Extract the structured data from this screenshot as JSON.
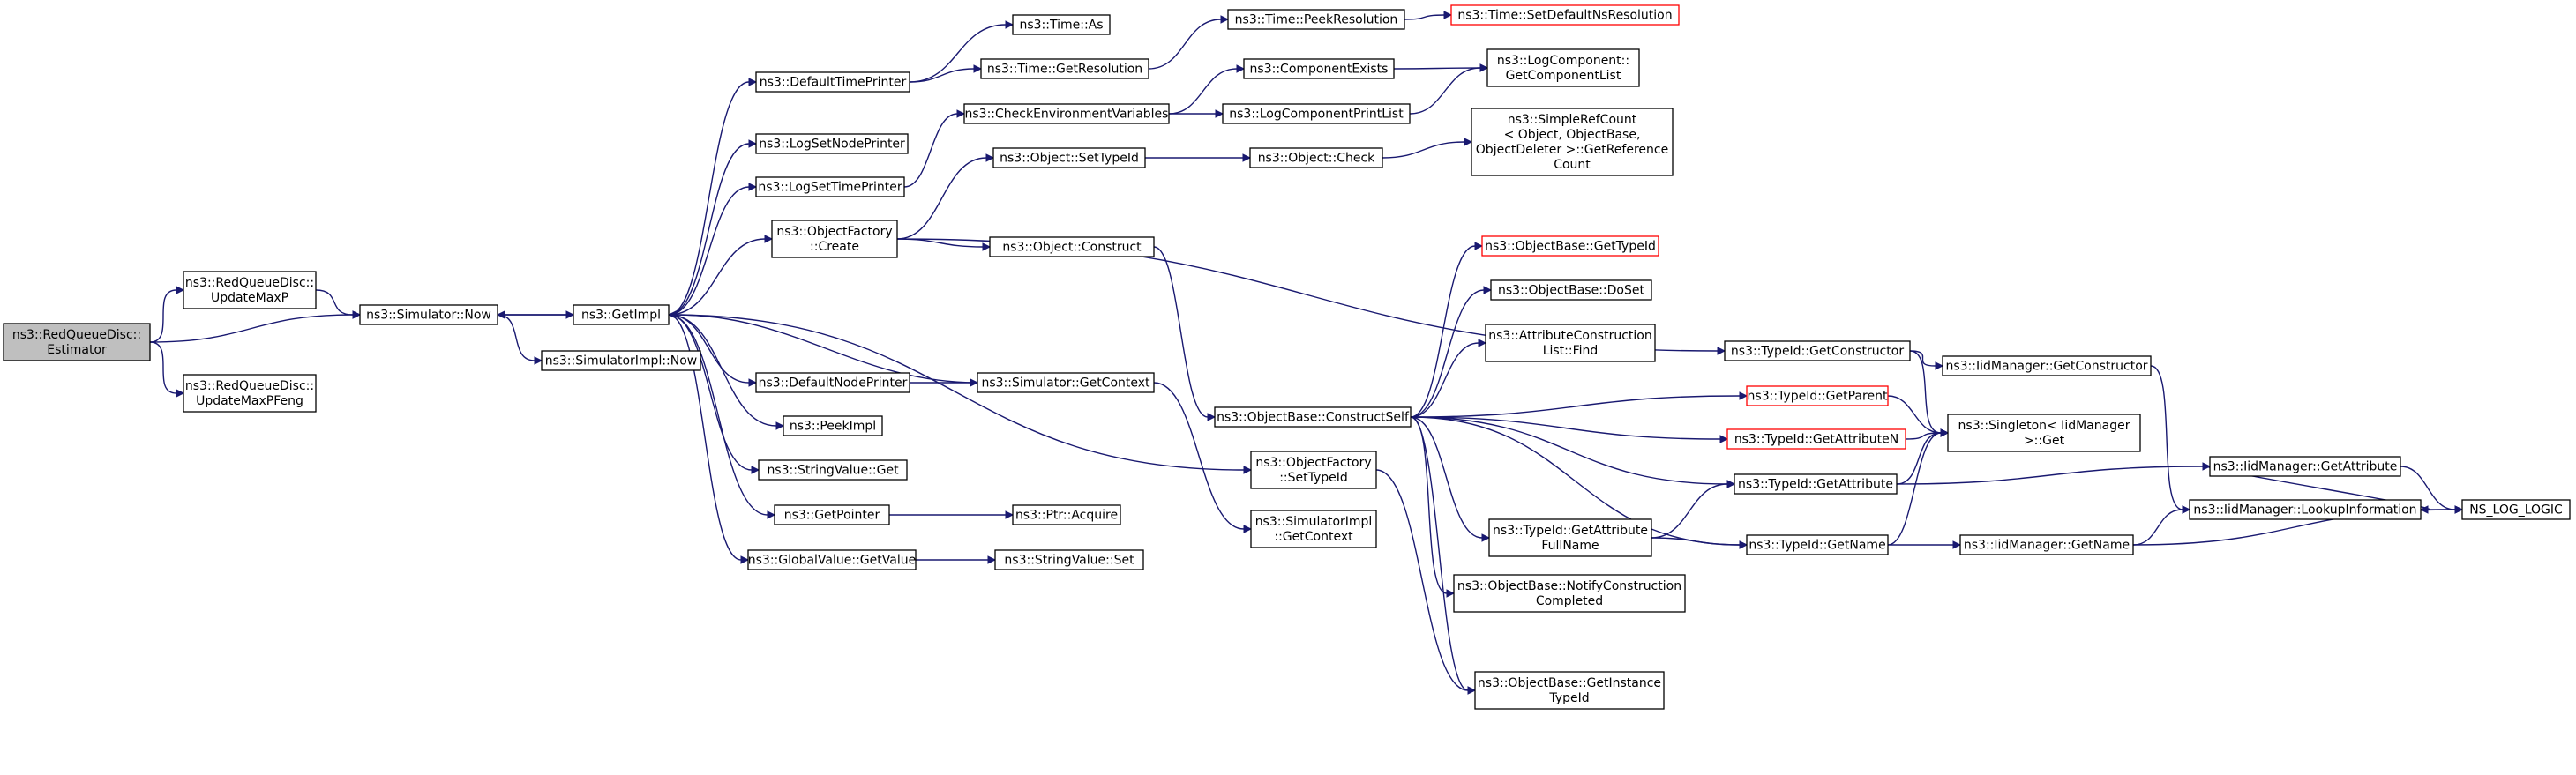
{
  "diagram": {
    "root": "ns3::RedQueueDisc::Estimator",
    "colors": {
      "edge": "#191970",
      "node_border": "#000000",
      "root_fill": "#bfbfbf",
      "red_border": "#ff0000"
    },
    "nodes": [
      {
        "id": "root",
        "lines": [
          "ns3::RedQueueDisc::",
          "Estimator"
        ],
        "style": "root"
      },
      {
        "id": "updateMaxP",
        "lines": [
          "ns3::RedQueueDisc::",
          "UpdateMaxP"
        ]
      },
      {
        "id": "updateMaxPFeng",
        "lines": [
          "ns3::RedQueueDisc::",
          "UpdateMaxPFeng"
        ]
      },
      {
        "id": "simNow",
        "lines": [
          "ns3::Simulator::Now"
        ]
      },
      {
        "id": "getImpl",
        "lines": [
          "ns3::GetImpl"
        ]
      },
      {
        "id": "simImplNow",
        "lines": [
          "ns3::SimulatorImpl::Now"
        ]
      },
      {
        "id": "defaultTimePrinter",
        "lines": [
          "ns3::DefaultTimePrinter"
        ]
      },
      {
        "id": "logSetNodePrinter",
        "lines": [
          "ns3::LogSetNodePrinter"
        ]
      },
      {
        "id": "logSetTimePrinter",
        "lines": [
          "ns3::LogSetTimePrinter"
        ]
      },
      {
        "id": "objFactoryCreate",
        "lines": [
          "ns3::ObjectFactory",
          "::Create"
        ]
      },
      {
        "id": "defaultNodePrinter",
        "lines": [
          "ns3::DefaultNodePrinter"
        ]
      },
      {
        "id": "peekImpl",
        "lines": [
          "ns3::PeekImpl"
        ]
      },
      {
        "id": "stringValueGet",
        "lines": [
          "ns3::StringValue::Get"
        ]
      },
      {
        "id": "getPointer",
        "lines": [
          "ns3::GetPointer"
        ]
      },
      {
        "id": "globalValueGetValue",
        "lines": [
          "ns3::GlobalValue::GetValue"
        ]
      },
      {
        "id": "timeAs",
        "lines": [
          "ns3::Time::As"
        ]
      },
      {
        "id": "timeGetResolution",
        "lines": [
          "ns3::Time::GetResolution"
        ]
      },
      {
        "id": "checkEnvVars",
        "lines": [
          "ns3::CheckEnvironmentVariables"
        ]
      },
      {
        "id": "objectSetTypeId",
        "lines": [
          "ns3::Object::SetTypeId"
        ]
      },
      {
        "id": "objectConstruct",
        "lines": [
          "ns3::Object::Construct"
        ]
      },
      {
        "id": "simGetContext",
        "lines": [
          "ns3::Simulator::GetContext"
        ]
      },
      {
        "id": "ptrAcquire",
        "lines": [
          "ns3::Ptr::Acquire"
        ]
      },
      {
        "id": "stringValueSet",
        "lines": [
          "ns3::StringValue::Set"
        ]
      },
      {
        "id": "timePeekResolution",
        "lines": [
          "ns3::Time::PeekResolution"
        ]
      },
      {
        "id": "setDefaultNsResolution",
        "lines": [
          "ns3::Time::SetDefaultNsResolution"
        ],
        "style": "red"
      },
      {
        "id": "componentExists",
        "lines": [
          "ns3::ComponentExists"
        ]
      },
      {
        "id": "logComponentPrintList",
        "lines": [
          "ns3::LogComponentPrintList"
        ]
      },
      {
        "id": "objectCheck",
        "lines": [
          "ns3::Object::Check"
        ]
      },
      {
        "id": "objBaseConstructSelf",
        "lines": [
          "ns3::ObjectBase::ConstructSelf"
        ]
      },
      {
        "id": "objFactorySetTypeId",
        "lines": [
          "ns3::ObjectFactory",
          "::SetTypeId"
        ]
      },
      {
        "id": "simImplGetContext",
        "lines": [
          "ns3::SimulatorImpl",
          "::GetContext"
        ]
      },
      {
        "id": "logComponentGetList",
        "lines": [
          "ns3::LogComponent::",
          "GetComponentList"
        ]
      },
      {
        "id": "simpleRefCount",
        "lines": [
          "ns3::SimpleRefCount",
          "< Object, ObjectBase,",
          "ObjectDeleter >::GetReference",
          "Count"
        ]
      },
      {
        "id": "objBaseGetTypeId",
        "lines": [
          "ns3::ObjectBase::GetTypeId"
        ],
        "style": "red"
      },
      {
        "id": "objBaseDoSet",
        "lines": [
          "ns3::ObjectBase::DoSet"
        ]
      },
      {
        "id": "attrConstructionListFind",
        "lines": [
          "ns3::AttributeConstruction",
          "List::Find"
        ]
      },
      {
        "id": "typeIdGetAttributeFullName",
        "lines": [
          "ns3::TypeId::GetAttribute",
          "FullName"
        ]
      },
      {
        "id": "notifyConstructionCompleted",
        "lines": [
          "ns3::ObjectBase::NotifyConstruction",
          "Completed"
        ]
      },
      {
        "id": "getInstanceTypeId",
        "lines": [
          "ns3::ObjectBase::GetInstance",
          "TypeId"
        ]
      },
      {
        "id": "typeIdGetConstructor",
        "lines": [
          "ns3::TypeId::GetConstructor"
        ]
      },
      {
        "id": "typeIdGetParent",
        "lines": [
          "ns3::TypeId::GetParent"
        ],
        "style": "red"
      },
      {
        "id": "typeIdGetAttributeN",
        "lines": [
          "ns3::TypeId::GetAttributeN"
        ],
        "style": "red"
      },
      {
        "id": "typeIdGetAttribute",
        "lines": [
          "ns3::TypeId::GetAttribute"
        ]
      },
      {
        "id": "typeIdGetName",
        "lines": [
          "ns3::TypeId::GetName"
        ]
      },
      {
        "id": "iidGetConstructor",
        "lines": [
          "ns3::IidManager::GetConstructor"
        ]
      },
      {
        "id": "singletonGet",
        "lines": [
          "ns3::Singleton< IidManager",
          ">::Get"
        ]
      },
      {
        "id": "iidGetName",
        "lines": [
          "ns3::IidManager::GetName"
        ]
      },
      {
        "id": "iidGetAttribute",
        "lines": [
          "ns3::IidManager::GetAttribute"
        ]
      },
      {
        "id": "iidLookupInformation",
        "lines": [
          "ns3::IidManager::LookupInformation"
        ]
      },
      {
        "id": "nsLogLogic",
        "lines": [
          "NS_LOG_LOGIC"
        ]
      }
    ],
    "edges": [
      {
        "from": "root",
        "to": "updateMaxP"
      },
      {
        "from": "root",
        "to": "simNow"
      },
      {
        "from": "root",
        "to": "updateMaxPFeng"
      },
      {
        "from": "updateMaxP",
        "to": "simNow"
      },
      {
        "from": "simNow",
        "to": "getImpl"
      },
      {
        "from": "simNow",
        "to": "simImplNow"
      },
      {
        "from": "getImpl",
        "to": "simNow"
      },
      {
        "from": "getImpl",
        "to": "defaultTimePrinter"
      },
      {
        "from": "getImpl",
        "to": "logSetNodePrinter"
      },
      {
        "from": "getImpl",
        "to": "logSetTimePrinter"
      },
      {
        "from": "getImpl",
        "to": "objFactoryCreate"
      },
      {
        "from": "getImpl",
        "to": "objFactorySetTypeId"
      },
      {
        "from": "getImpl",
        "to": "defaultNodePrinter"
      },
      {
        "from": "getImpl",
        "to": "peekImpl"
      },
      {
        "from": "getImpl",
        "to": "stringValueGet"
      },
      {
        "from": "getImpl",
        "to": "getPointer"
      },
      {
        "from": "getImpl",
        "to": "globalValueGetValue"
      },
      {
        "from": "defaultTimePrinter",
        "to": "timeAs"
      },
      {
        "from": "defaultTimePrinter",
        "to": "timeGetResolution"
      },
      {
        "from": "logSetTimePrinter",
        "to": "checkEnvVars"
      },
      {
        "from": "objFactoryCreate",
        "to": "objectSetTypeId"
      },
      {
        "from": "objFactoryCreate",
        "to": "objectConstruct"
      },
      {
        "from": "objFactoryCreate",
        "to": "typeIdGetConstructor"
      },
      {
        "from": "defaultNodePrinter",
        "to": "simGetContext"
      },
      {
        "from": "simGetContext",
        "to": "getImpl"
      },
      {
        "from": "simGetContext",
        "to": "simImplGetContext"
      },
      {
        "from": "getPointer",
        "to": "ptrAcquire"
      },
      {
        "from": "globalValueGetValue",
        "to": "stringValueSet"
      },
      {
        "from": "timeGetResolution",
        "to": "timePeekResolution"
      },
      {
        "from": "timePeekResolution",
        "to": "setDefaultNsResolution"
      },
      {
        "from": "checkEnvVars",
        "to": "componentExists"
      },
      {
        "from": "checkEnvVars",
        "to": "logComponentPrintList"
      },
      {
        "from": "componentExists",
        "to": "logComponentGetList"
      },
      {
        "from": "logComponentPrintList",
        "to": "logComponentGetList"
      },
      {
        "from": "objectSetTypeId",
        "to": "objectCheck"
      },
      {
        "from": "objectCheck",
        "to": "simpleRefCount"
      },
      {
        "from": "objectConstruct",
        "to": "objBaseConstructSelf"
      },
      {
        "from": "objFactorySetTypeId",
        "to": "getInstanceTypeId"
      },
      {
        "from": "objBaseConstructSelf",
        "to": "objBaseGetTypeId"
      },
      {
        "from": "objBaseConstructSelf",
        "to": "objBaseDoSet"
      },
      {
        "from": "objBaseConstructSelf",
        "to": "attrConstructionListFind"
      },
      {
        "from": "objBaseConstructSelf",
        "to": "typeIdGetParent"
      },
      {
        "from": "objBaseConstructSelf",
        "to": "typeIdGetAttributeN"
      },
      {
        "from": "objBaseConstructSelf",
        "to": "typeIdGetAttribute"
      },
      {
        "from": "objBaseConstructSelf",
        "to": "typeIdGetAttributeFullName"
      },
      {
        "from": "objBaseConstructSelf",
        "to": "notifyConstructionCompleted"
      },
      {
        "from": "objBaseConstructSelf",
        "to": "getInstanceTypeId"
      },
      {
        "from": "objBaseConstructSelf",
        "to": "typeIdGetName"
      },
      {
        "from": "typeIdGetAttributeFullName",
        "to": "typeIdGetAttribute"
      },
      {
        "from": "typeIdGetAttributeFullName",
        "to": "typeIdGetName"
      },
      {
        "from": "typeIdGetConstructor",
        "to": "iidGetConstructor"
      },
      {
        "from": "typeIdGetConstructor",
        "to": "singletonGet"
      },
      {
        "from": "typeIdGetParent",
        "to": "singletonGet"
      },
      {
        "from": "typeIdGetAttributeN",
        "to": "singletonGet"
      },
      {
        "from": "typeIdGetAttribute",
        "to": "singletonGet"
      },
      {
        "from": "typeIdGetAttribute",
        "to": "iidGetAttribute"
      },
      {
        "from": "typeIdGetName",
        "to": "singletonGet"
      },
      {
        "from": "typeIdGetName",
        "to": "iidGetName"
      },
      {
        "from": "iidGetConstructor",
        "to": "iidLookupInformation"
      },
      {
        "from": "iidGetAttribute",
        "to": "iidLookupInformation"
      },
      {
        "from": "iidGetAttribute",
        "to": "nsLogLogic"
      },
      {
        "from": "iidGetName",
        "to": "iidLookupInformation"
      },
      {
        "from": "iidGetName",
        "to": "nsLogLogic"
      },
      {
        "from": "iidLookupInformation",
        "to": "nsLogLogic"
      }
    ]
  }
}
